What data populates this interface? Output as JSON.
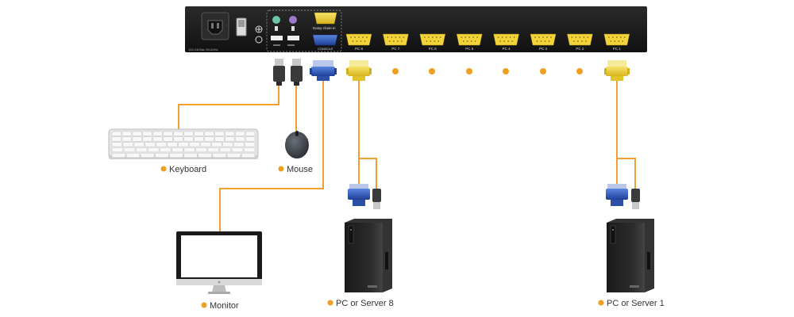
{
  "device": {
    "daisy_chain_label": "Daisy-chain-in",
    "console_label": "CONSOLE",
    "power_label": "100-240Vac 50-60Hz",
    "ports": [
      "PC 8",
      "PC 7",
      "PC 6",
      "PC 5",
      "PC 4",
      "PC 3",
      "PC 2",
      "PC 1"
    ]
  },
  "labels": {
    "keyboard": "Keyboard",
    "mouse": "Mouse",
    "monitor": "Monitor",
    "pc8": "PC or Server 8",
    "pc1": "PC or Server 1"
  },
  "colors": {
    "cable": "#f0a030",
    "bullet": "#f0a020",
    "vga_yellow": "#f2d33a",
    "vga_blue": "#2b54b8",
    "device_body": "#1c1c1c",
    "text": "#333333"
  },
  "icons": [
    "keyboard-icon",
    "mouse-icon",
    "monitor-icon",
    "pc-tower-icon",
    "kvm-switch-icon",
    "vga-connector-icon",
    "usb-connector-icon"
  ]
}
